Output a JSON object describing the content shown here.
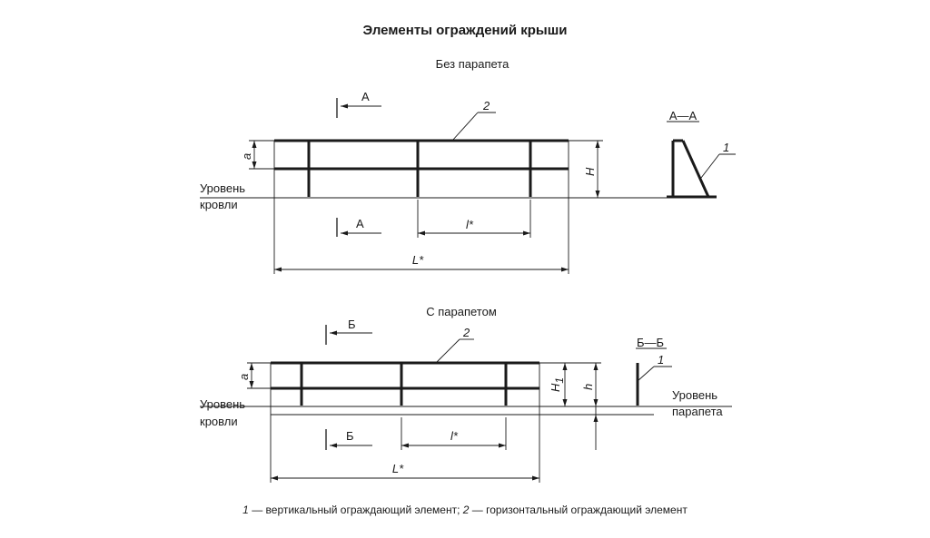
{
  "title": "Элементы ограждений крыши",
  "top": {
    "subtitle": "Без парапета",
    "section_mark": "А",
    "section_title": "А—А",
    "element_1": "1",
    "element_2": "2",
    "dim_a": "a",
    "dim_H": "H",
    "dim_l": "l*",
    "dim_L": "L*",
    "roof_level_line1": "Уровень",
    "roof_level_line2": "кровли"
  },
  "bottom": {
    "subtitle": "С парапетом",
    "section_mark": "Б",
    "section_title": "Б—Б",
    "element_1": "1",
    "element_2": "2",
    "dim_a": "a",
    "dim_H1": "H",
    "dim_H1_sub": "1",
    "dim_h": "h",
    "dim_l": "l*",
    "dim_L": "L*",
    "roof_level_line1": "Уровень",
    "roof_level_line2": "кровли",
    "parapet_level_line1": "Уровень",
    "parapet_level_line2": "парапета"
  },
  "caption": {
    "num1": "1",
    "text1": " — вертикальный ограждающий элемент; ",
    "num2": "2",
    "text2": " — горизонтальный ограждающий элемент"
  }
}
